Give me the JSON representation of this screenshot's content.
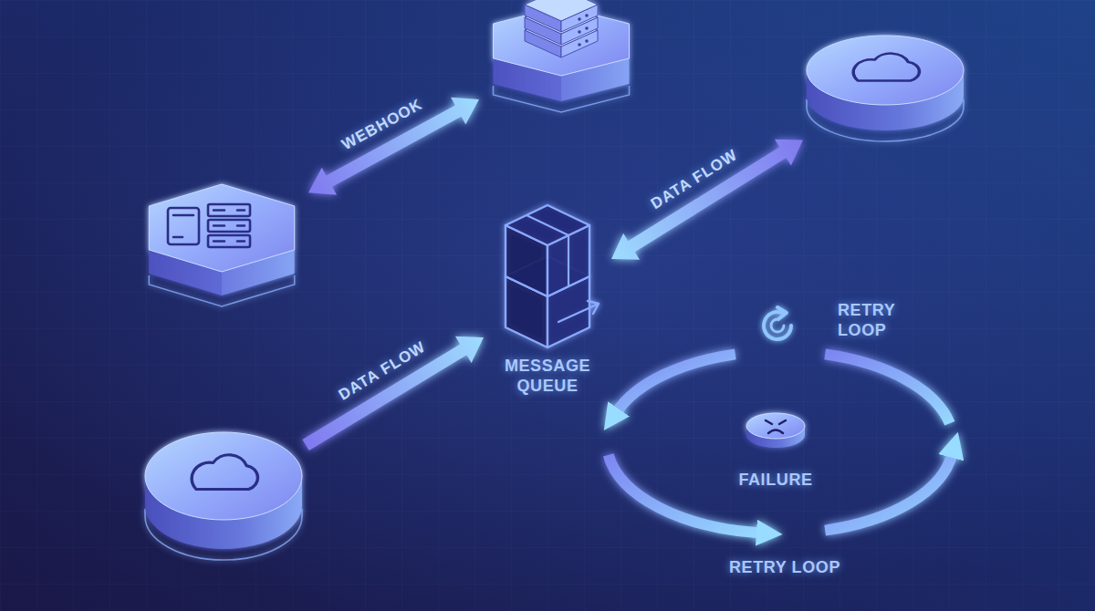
{
  "diagram": {
    "nodes": [
      {
        "text": []
      },
      {
        "text": []
      },
      {
        "text": []
      },
      {
        "text": [
          "MESSAGE QUEUE"
        ]
      },
      {
        "text": [
          "FAILURE"
        ]
      },
      {
        "text": []
      }
    ],
    "edges": [
      {
        "from": 2,
        "to": 0,
        "arrow": "both",
        "label": "WEBHOOK"
      },
      {
        "from": 1,
        "to": 3,
        "arrow": "both",
        "label": "DATA FLOW"
      },
      {
        "from": 5,
        "to": 3,
        "arrow": "to",
        "label": "DATA FLOW"
      }
    ],
    "labels": [
      "RETRY LOOP",
      "RETRY LOOP"
    ]
  }
}
